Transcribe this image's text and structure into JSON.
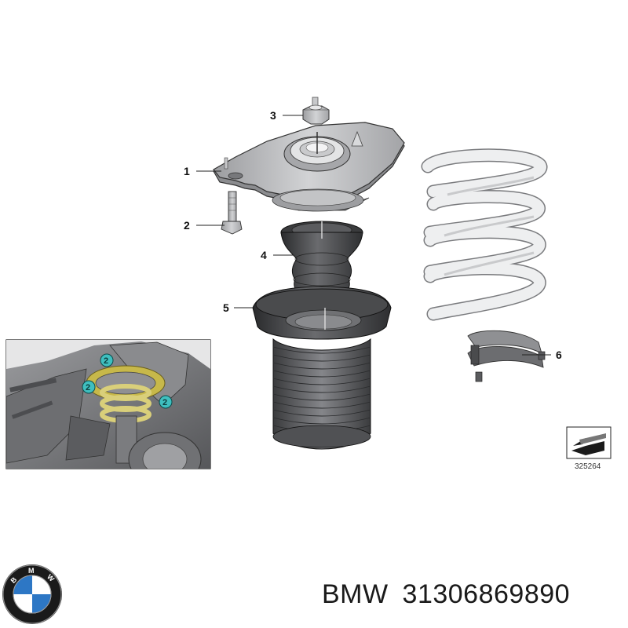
{
  "diagram": {
    "callouts": [
      {
        "id": "1",
        "label": "1"
      },
      {
        "id": "2",
        "label": "2"
      },
      {
        "id": "3",
        "label": "3"
      },
      {
        "id": "4",
        "label": "4"
      },
      {
        "id": "5",
        "label": "5"
      },
      {
        "id": "6",
        "label": "6"
      }
    ],
    "inset_badges": [
      "2",
      "2",
      "2"
    ],
    "image_number": "325264"
  },
  "brand": {
    "logo_letters": "BMW",
    "name": "BMW",
    "part_number": "31306869890"
  },
  "colors": {
    "metal": "#b9babc",
    "rubber": "#3d3e40",
    "spring": "#ecedee",
    "badge": "#3fbfbf",
    "bmw_blue": "#2d77c5"
  }
}
